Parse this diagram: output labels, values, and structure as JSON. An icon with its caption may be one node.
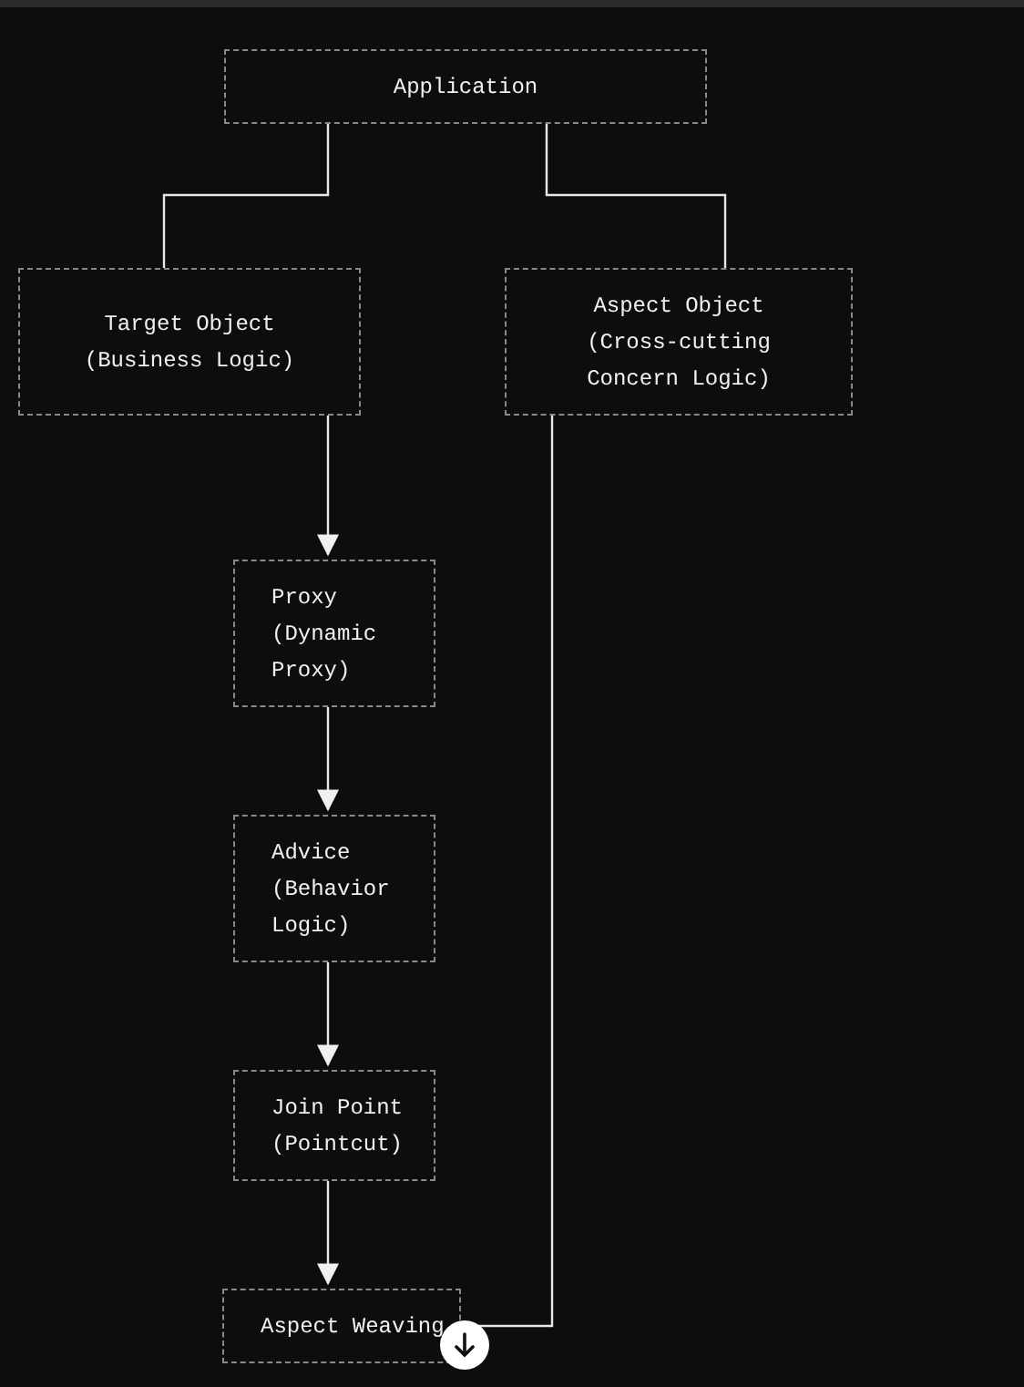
{
  "diagram": {
    "nodes": [
      {
        "text": [
          "Application"
        ]
      },
      {
        "text": [
          "Target Object (Business Logic)"
        ]
      },
      {
        "text": [
          "Aspect Object (Cross-cutting Concern Logic)"
        ]
      },
      {
        "text": [
          "Proxy (Dynamic Proxy)"
        ]
      },
      {
        "text": [
          "Advice (Behavior Logic)"
        ]
      },
      {
        "text": [
          "Join Point (Pointcut)"
        ]
      },
      {
        "text": [
          "Aspect Weaving"
        ]
      }
    ],
    "edges": [
      {
        "from": 0,
        "to": 1,
        "arrow": "none"
      },
      {
        "from": 0,
        "to": 2,
        "arrow": "none"
      },
      {
        "from": 1,
        "to": 3,
        "arrow": "to"
      },
      {
        "from": 3,
        "to": 4,
        "arrow": "to"
      },
      {
        "from": 4,
        "to": 5,
        "arrow": "to"
      },
      {
        "from": 5,
        "to": 6,
        "arrow": "to"
      },
      {
        "from": 2,
        "to": 6,
        "arrow": "none"
      }
    ]
  }
}
